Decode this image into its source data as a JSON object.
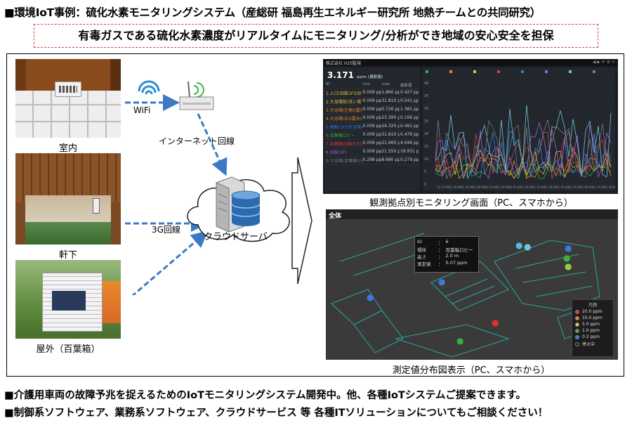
{
  "header": {
    "title": "■環境IoT事例：硫化水素モニタリングシステム（産総研 福島再生エネルギー研究所 地熱チームとの共同研究）",
    "subtitle": "有毒ガスである硫化水素濃度がリアルタイムにモニタリング/分析ができ地域の安心安全を担保"
  },
  "locations": {
    "indoor": "室内",
    "eaves": "軒下",
    "outdoor": "屋外（百葉箱）"
  },
  "network": {
    "wifi": "WiFi",
    "internet": "インターネット回線",
    "g3": "3G回線",
    "server": "クラウドサーバ"
  },
  "screens": {
    "monitor_caption": "観測拠点別モニタリング画面（PC、スマホから）",
    "map_caption": "測定値分布図表示（PC、スマホから）",
    "dash_header": "株式会社 H2S監視",
    "big_value": "3.171",
    "big_unit": "ppm (最新値)",
    "col_headers": [
      "ID",
      "min",
      "max",
      "最新値"
    ],
    "rows": [
      [
        "1.入口(旧館1F)(旧子ども)",
        "0.009 ppm",
        "1.860 ppm",
        "0.427 ppm"
      ],
      [
        "2.大浴場前(洗い場下)",
        "0.009 ppm",
        "31.810 ppm",
        "0.541 ppm"
      ],
      [
        "3.大浴場(左側)(露天)(脱衣)",
        "0.009 ppm",
        "0.726 ppm",
        "1.381 ppm"
      ],
      [
        "4.大浴場(右)(露天)(脱衣)",
        "0.009 ppm",
        "23.390 ppm",
        "0.166 ppm"
      ],
      [
        "5.新館(1F)(大浴場)",
        "0.009 ppm",
        "24.320 ppm",
        "0.491 ppm"
      ],
      [
        "6.百葉箱ロビー",
        "0.009 ppm",
        "31.810 ppm",
        "0.479 ppm"
      ],
      [
        "7.百葉箱(旧館)(大浴場)",
        "0.009 ppm",
        "21.660 ppm",
        "4.046 ppm"
      ],
      [
        "8.旧館(2F)",
        "0.009 ppm",
        "21.550 ppm",
        "19.931 ppm"
      ],
      [
        "9.大浴場(百葉箱)(ボイラー)",
        "0.298 ppm",
        "8.680 ppm",
        "0.279 ppm"
      ]
    ],
    "xticks": [
      "11:15:00",
      "11:30:00",
      "11:45:00",
      "12:00:00",
      "10:15:00",
      "10:30:00",
      "10:45:00",
      "11:00:00",
      "11:15:00",
      "11:30:00",
      "11:45:00",
      "11:55:00",
      "12:00:00",
      "11:15:00",
      "11:30:00"
    ],
    "yticks": [
      "40",
      "35",
      "30",
      "25",
      "20",
      "15",
      "10",
      "5",
      "0"
    ],
    "map_title": "全体",
    "popup": [
      [
        "ID",
        "：",
        "6"
      ],
      [
        "場所",
        "：",
        "百葉箱ロビー"
      ],
      [
        "高さ",
        "：",
        "2.0 m"
      ],
      [
        "測定値",
        "：",
        "0.07 ppm"
      ]
    ],
    "legend_title": "凡例",
    "legend": [
      [
        "20.0 ppm",
        "#e03030"
      ],
      [
        "10.0 ppm",
        "#e08a2a"
      ],
      [
        "5.0 ppm",
        "#e0d030"
      ],
      [
        "1.0 ppm",
        "#3ab03a"
      ],
      [
        "0.2 ppm",
        "#3a7ae0"
      ],
      [
        "停止中",
        "#222222"
      ]
    ]
  },
  "footer": {
    "line1": "■介護用車両の故障予兆を捉えるためのIoTモニタリングシステム開発中。他、各種IoTシステムご提案できます。",
    "line2": "■制御系ソフトウェア、業務系ソフトウェア、クラウドサービス 等 各種ITソリューションについてもご相談ください！"
  }
}
